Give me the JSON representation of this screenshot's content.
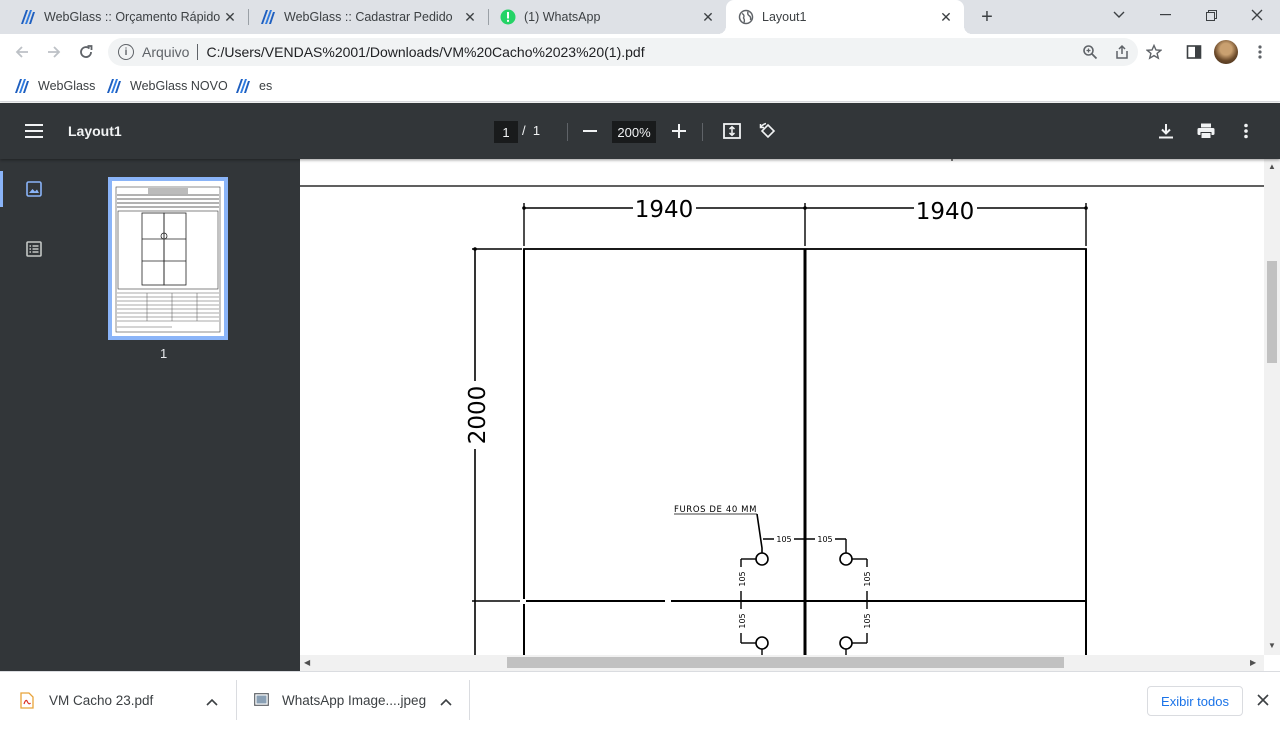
{
  "tabs": [
    {
      "title": "WebGlass :: Orçamento Rápido",
      "icon": "webglass-icon"
    },
    {
      "title": "WebGlass :: Cadastrar Pedido",
      "icon": "webglass-icon"
    },
    {
      "title": "(1) WhatsApp",
      "icon": "whatsapp-icon"
    },
    {
      "title": "Layout1",
      "icon": "globe-icon"
    }
  ],
  "omnibox": {
    "scheme": "Arquivo",
    "url": "C:/Users/VENDAS%2001/Downloads/VM%20Cacho%2023%20(1).pdf"
  },
  "bookmarks": [
    {
      "label": "WebGlass"
    },
    {
      "label": "WebGlass NOVO"
    },
    {
      "label": "es"
    }
  ],
  "pdf": {
    "title": "Layout1",
    "page": "1",
    "page_sep": "/",
    "page_total": "1",
    "zoom": "200%",
    "thumb_label": "1"
  },
  "drawing": {
    "dim_width_left": "1940",
    "dim_width_right": "1940",
    "dim_height": "2000",
    "holes_note": "FUROS DE 40 MM",
    "hole_spacing_1": "105",
    "hole_spacing_2": "105",
    "hole_spacing_v1": "105",
    "hole_spacing_v2": "105",
    "hole_spacing_v3": "105",
    "hole_spacing_v4": "105"
  },
  "downloads": [
    {
      "name": "VM Cacho 23.pdf",
      "icon": "pdf-file-icon"
    },
    {
      "name": "WhatsApp Image....jpeg",
      "icon": "image-file-icon"
    }
  ],
  "shelf": {
    "show_all": "Exibir todos"
  }
}
